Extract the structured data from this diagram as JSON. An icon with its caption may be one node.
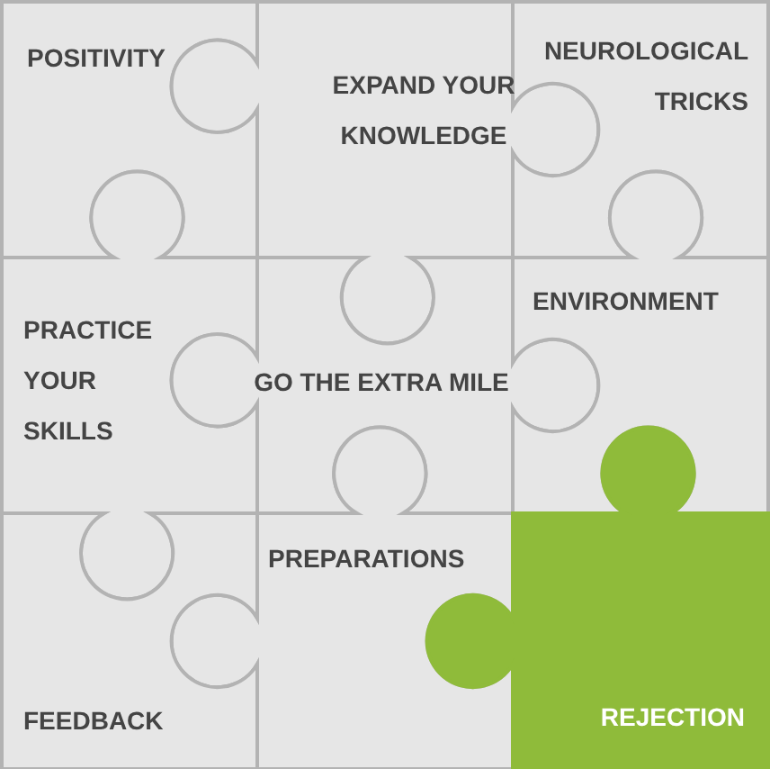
{
  "diagram": {
    "nodes": [
      {
        "text": [
          "POSITIVITY"
        ]
      },
      {
        "text": [
          "EXPAND YOUR KNOWLEDGE"
        ]
      },
      {
        "text": [
          "NEUROLOGICAL TRICKS"
        ]
      },
      {
        "text": [
          "PRACTICE YOUR SKILLS"
        ]
      },
      {
        "text": [
          "GO THE EXTRA MILE"
        ]
      },
      {
        "text": [
          "ENVIRONMENT"
        ]
      },
      {
        "text": [
          "PREPARATIONS"
        ]
      },
      {
        "text": [
          "FEEDBACK"
        ]
      },
      {
        "text": [
          "REJECTION"
        ]
      }
    ]
  }
}
